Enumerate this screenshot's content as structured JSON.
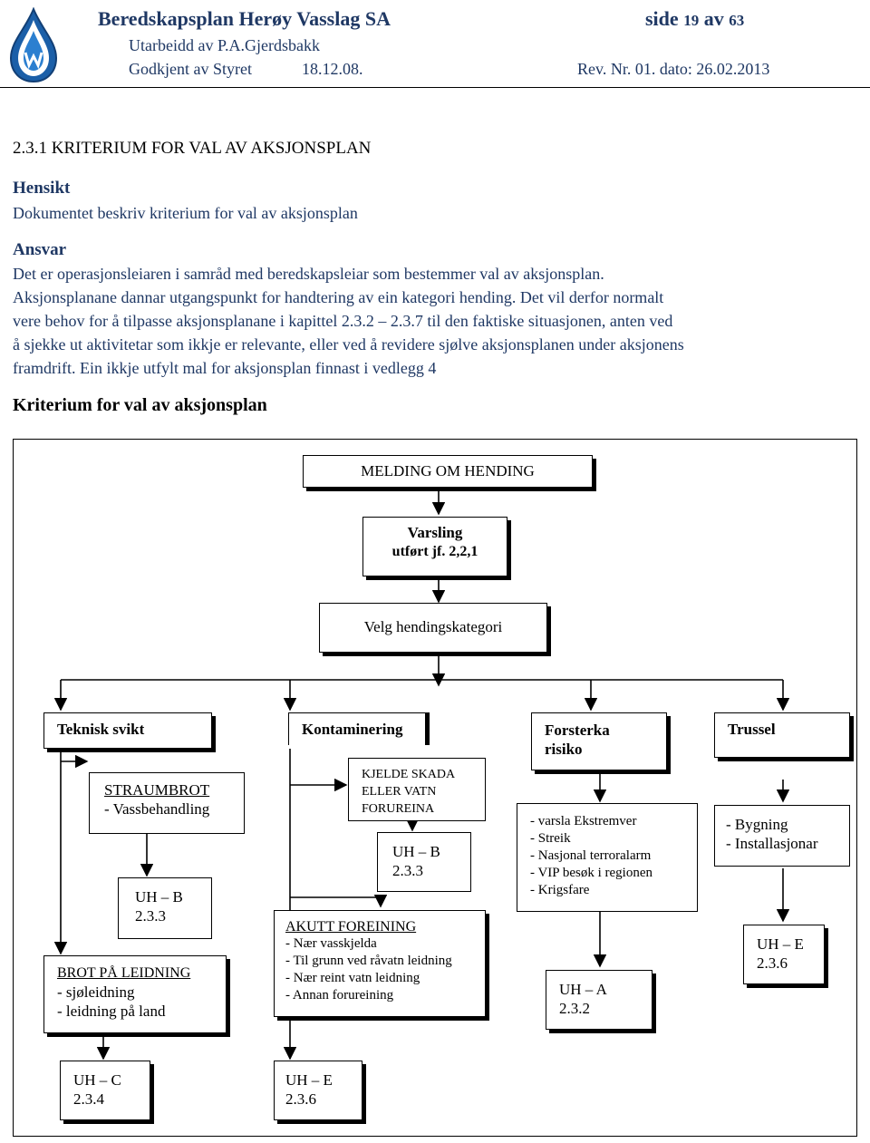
{
  "header": {
    "title": "Beredskapsplan Herøy Vasslag SA",
    "side_label": "side",
    "page_number": "19",
    "of_label": "av",
    "page_total": "63",
    "prepared_by": "Utarbeidd av P.A.Gjerdsbakk",
    "approved": "Godkjent av Styret",
    "approved_date": "18.12.08.",
    "revision": "Rev. Nr. 01. dato: 26.02.2013"
  },
  "section": {
    "number_title": "2.3.1   KRITERIUM FOR VAL AV AKSJONSPLAN",
    "purpose_heading": "Hensikt",
    "purpose_text": "Dokumentet beskriv kriterium for val av aksjonsplan",
    "responsibility_heading": "Ansvar",
    "responsibility_lines": [
      "Det er operasjonsleiaren i samråd med beredskapsleiar som bestemmer val av aksjonsplan.",
      "Aksjonsplanane dannar utgangspunkt for handtering av ein kategori hending. Det vil derfor normalt",
      "vere behov for  å tilpasse aksjonsplanane i kapittel 2.3.2 – 2.3.7 til den faktiske situasjonen, anten ved",
      "å sjekke ut aktivitetar som ikkje er relevante, eller ved å revidere sjølve aksjonsplanen under aksjonens",
      "framdrift. Ein ikkje utfylt mal for aksjonsplan finnast i vedlegg 4"
    ],
    "diagram_heading": "Kriterium for val av aksjonsplan"
  },
  "diagram": {
    "melding": "MELDING OM HENDING",
    "varsling_1": "Varsling",
    "varsling_2": "utført jf. 2,2,1",
    "velg": "Velg hendingskategori",
    "teknisk": "Teknisk svikt",
    "kontaminering": "Kontaminering",
    "forsterka_1": "Forsterka",
    "forsterka_2": "risiko",
    "trussel": "Trussel",
    "straumbrot_title": "STRAUMBROT",
    "straumbrot_1": "- Vassbehandling",
    "uh_b1_1": "UH – B",
    "uh_b1_2": "2.3.3",
    "brot_title": "BROT PÅ LEIDNING",
    "brot_1": "- sjøleidning",
    "brot_2": "- leidning på land",
    "uh_c_1": "UH – C",
    "uh_c_2": "2.3.4",
    "kjelde_1": "KJELDE  SKADA",
    "kjelde_2": "ELLER VATN",
    "kjelde_3": "FORUREINA",
    "uh_b2_1": "UH – B",
    "uh_b2_2": "2.3.3",
    "akutt_title": "AKUTT FOREINING",
    "akutt_1": "- Nær vasskjelda",
    "akutt_2": "- Til grunn ved råvatn leidning",
    "akutt_3": "- Nær reint vatn leidning",
    "akutt_4": "- Annan forureining",
    "uh_e1_1": "UH – E",
    "uh_e1_2": "2.3.6",
    "risiko_1": "- varsla Ekstremver",
    "risiko_2": "- Streik",
    "risiko_3": "- Nasjonal terroralarm",
    "risiko_4": "- VIP besøk i regionen",
    "risiko_5": "- Krigsfare",
    "uh_a_1": "UH – A",
    "uh_a_2": "2.3.2",
    "trussel_1": "- Bygning",
    "trussel_2": "- Installasjonar",
    "uh_e2_1": "UH – E",
    "uh_e2_2": "2.3.6"
  }
}
